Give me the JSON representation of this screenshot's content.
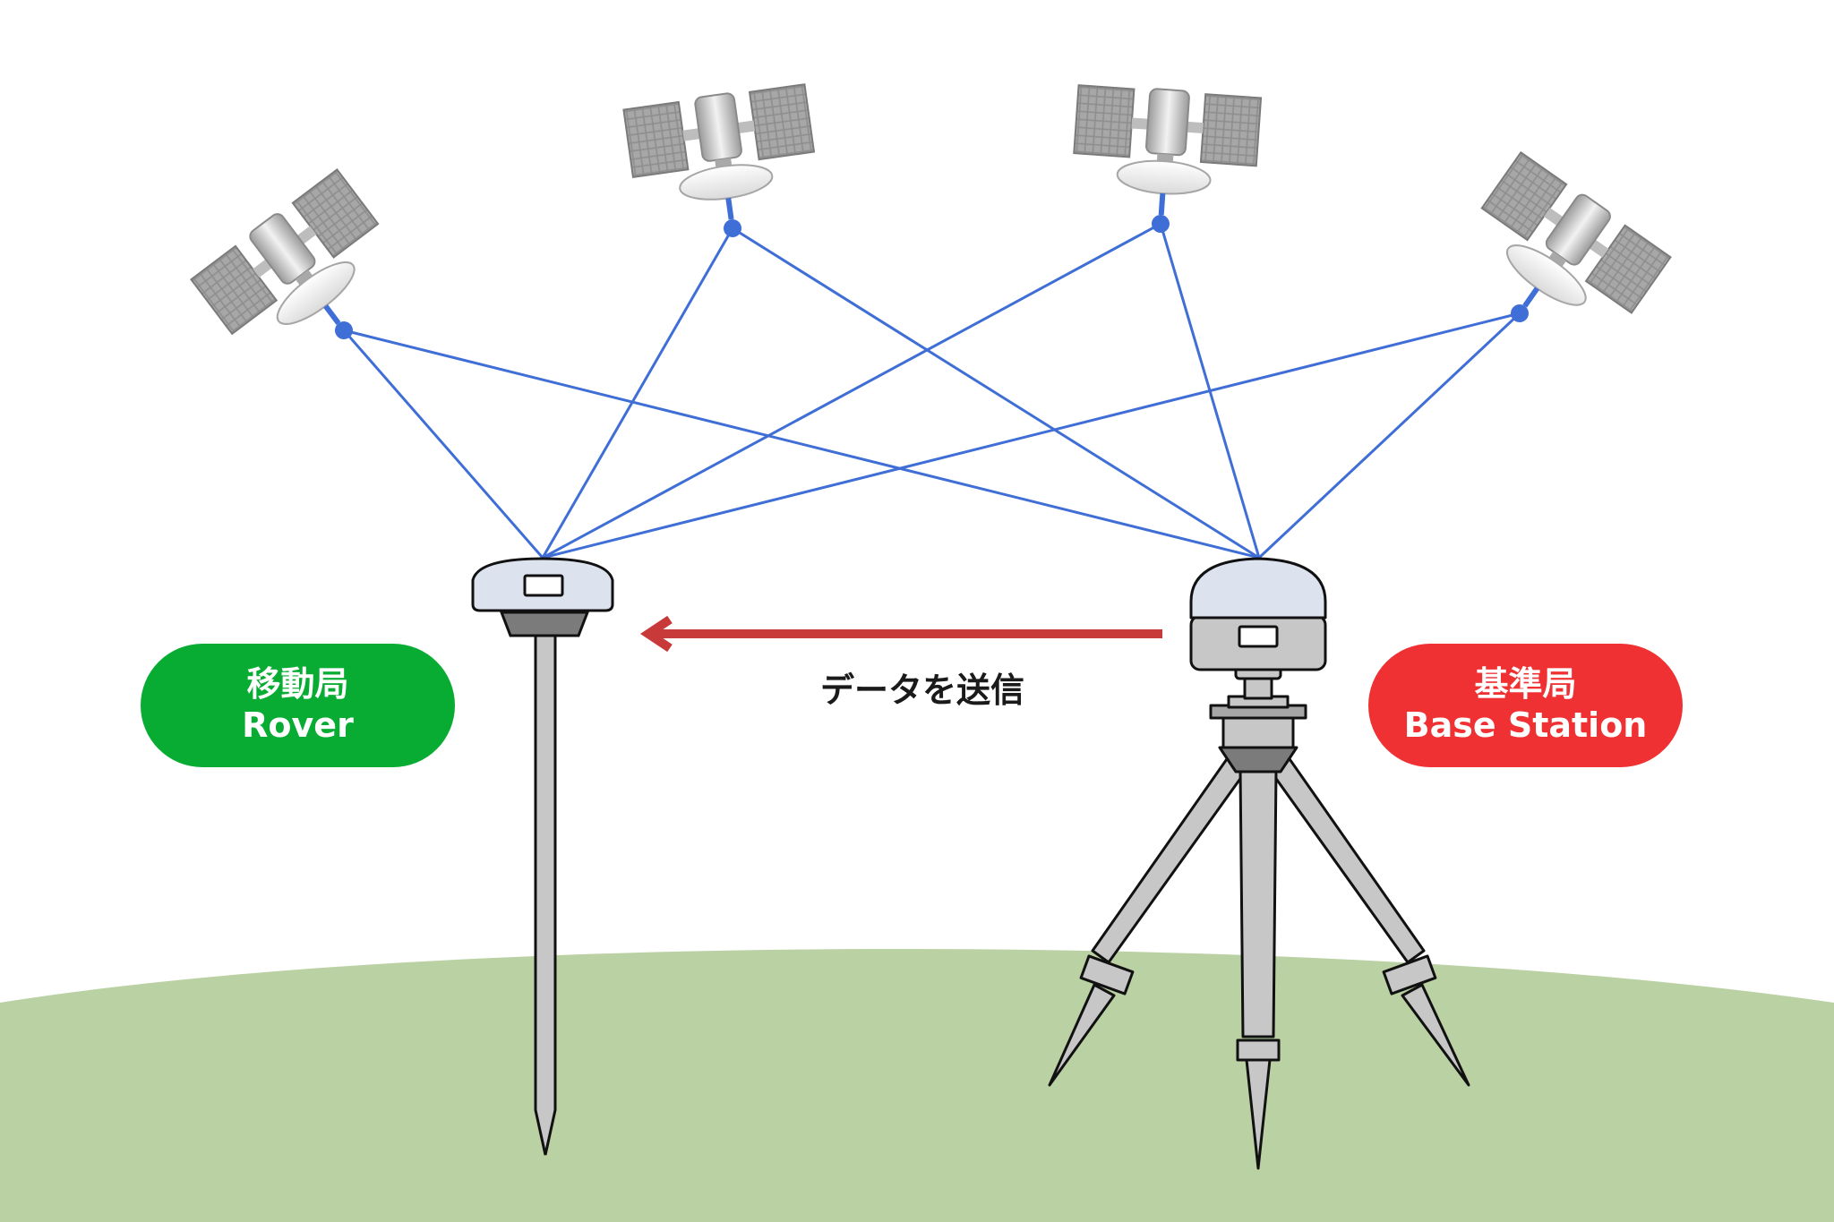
{
  "colors": {
    "signal_line": "#3f6ed6",
    "rover_pill": "#08ac33",
    "base_pill": "#ef3133",
    "arrow": "#c83a3a",
    "ground": "#bad1a3",
    "metal": "#c7c7c7",
    "dome": "#dde3ee"
  },
  "rover": {
    "label_ja": "移動局",
    "label_en": "Rover"
  },
  "base": {
    "label_ja": "基準局",
    "label_en": "Base Station"
  },
  "transmission": {
    "label": "データを送信"
  },
  "satellites": [
    {
      "name": "satellite-1",
      "icon": "satellite-icon"
    },
    {
      "name": "satellite-2",
      "icon": "satellite-icon"
    },
    {
      "name": "satellite-3",
      "icon": "satellite-icon"
    },
    {
      "name": "satellite-4",
      "icon": "satellite-icon"
    }
  ]
}
